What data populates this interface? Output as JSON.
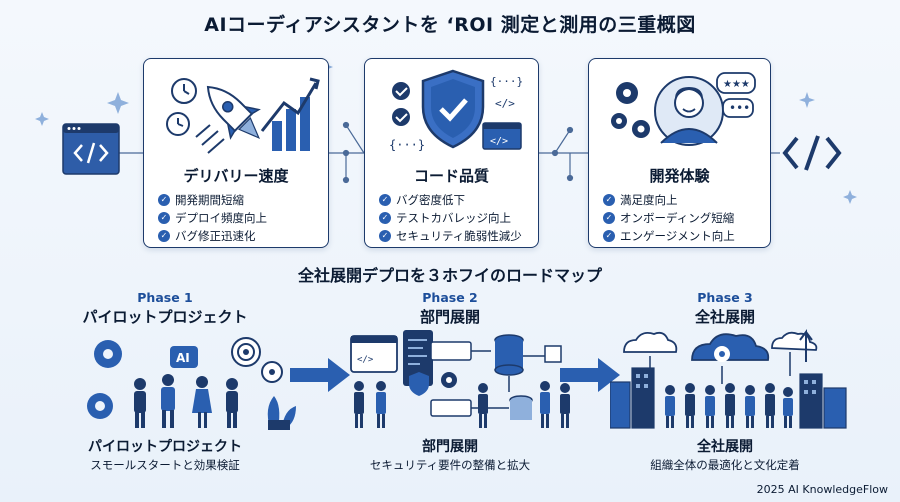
{
  "title": "AIコーディアシスタントを ‘ROI 測定と測用の三重概図",
  "cards": [
    {
      "title": "デリバリー速度",
      "items": [
        "開発期間短縮",
        "デプロイ頻度向上",
        "バグ修正迅速化"
      ],
      "icon": "rocket-icon"
    },
    {
      "title": "コード品質",
      "items": [
        "バグ密度低下",
        "テストカバレッジ向上",
        "セキュリティ脆弱性減少"
      ],
      "icon": "shield-check-icon"
    },
    {
      "title": "開発体験",
      "items": [
        "満足度向上",
        "オンボーディング短縮",
        "エンゲージメント向上"
      ],
      "icon": "developer-avatar-icon"
    }
  ],
  "roadmap_title": "全社展開デプロを３ホフイのロードマップ",
  "phases": [
    {
      "label": "Phase 1",
      "name": "パイロットプロジェクト",
      "footer": "パイロットプロジェクト",
      "description": "スモールスタートと効果検証"
    },
    {
      "label": "Phase 2",
      "name": "部門展開",
      "footer": "部門展開",
      "description": "セキュリティ要件の整備と拡大"
    },
    {
      "label": "Phase 3",
      "name": "全社展開",
      "footer": "全社展開",
      "description": "組織全体の最適化と文化定着"
    }
  ],
  "art_labels": {
    "ai_badge": "AI",
    "code_tag": "</>",
    "code_braces": "{···}",
    "stars": "★★★"
  },
  "copyright": "2025 AI KnowledgeFlow",
  "colors": {
    "accent": "#2a5fb0",
    "dark": "#1d3a6b",
    "background": "#eef4fb"
  }
}
